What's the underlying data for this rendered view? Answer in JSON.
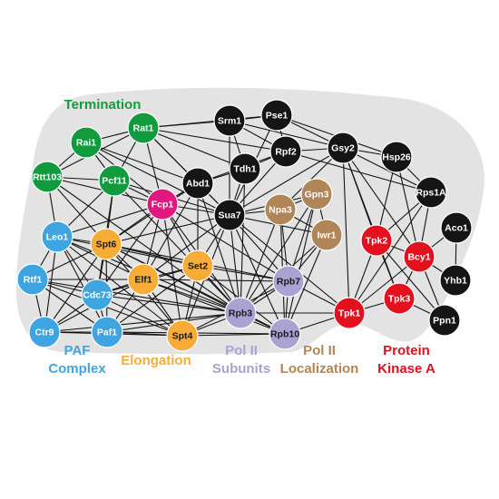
{
  "colors": {
    "background_blob": "#e3e3e3",
    "edge": "#141414",
    "node_outline": "#ffffff",
    "termination": "#129a3e",
    "paf": "#3ea5e0",
    "elongation": "#f6ac36",
    "polII_subunits": "#a9a2d2",
    "polII_localization": "#b08558",
    "pka": "#e3101e",
    "fcp1": "#e0187f",
    "other": "#151515"
  },
  "groups": [
    {
      "id": "termination",
      "lines": [
        "Termination"
      ]
    },
    {
      "id": "paf",
      "lines": [
        "PAF",
        "Complex"
      ]
    },
    {
      "id": "elongation",
      "lines": [
        "Elongation"
      ]
    },
    {
      "id": "polII_subunits",
      "lines": [
        "Pol II",
        "Subunits"
      ]
    },
    {
      "id": "polII_localization",
      "lines": [
        "Pol II",
        "Localization"
      ]
    },
    {
      "id": "pka",
      "lines": [
        "Protein",
        "Kinase A"
      ]
    }
  ],
  "nodes": [
    {
      "id": "Rai1",
      "group": "termination"
    },
    {
      "id": "Rat1",
      "group": "termination"
    },
    {
      "id": "Rtt103",
      "group": "termination"
    },
    {
      "id": "Pcf11",
      "group": "termination"
    },
    {
      "id": "Leo1",
      "group": "paf"
    },
    {
      "id": "Rtf1",
      "group": "paf"
    },
    {
      "id": "Cdc73",
      "group": "paf"
    },
    {
      "id": "Ctr9",
      "group": "paf"
    },
    {
      "id": "Paf1",
      "group": "paf"
    },
    {
      "id": "Spt6",
      "group": "elongation"
    },
    {
      "id": "Elf1",
      "group": "elongation"
    },
    {
      "id": "Set2",
      "group": "elongation"
    },
    {
      "id": "Spt4",
      "group": "elongation"
    },
    {
      "id": "Rpb3",
      "group": "polII_subunits"
    },
    {
      "id": "Rpb7",
      "group": "polII_subunits"
    },
    {
      "id": "Rpb10",
      "group": "polII_subunits"
    },
    {
      "id": "Npa3",
      "group": "polII_localization"
    },
    {
      "id": "Gpn3",
      "group": "polII_localization"
    },
    {
      "id": "Iwr1",
      "group": "polII_localization"
    },
    {
      "id": "Tpk2",
      "group": "pka"
    },
    {
      "id": "Bcy1",
      "group": "pka"
    },
    {
      "id": "Tpk3",
      "group": "pka"
    },
    {
      "id": "Tpk1",
      "group": "pka"
    },
    {
      "id": "Fcp1",
      "group": "fcp1"
    },
    {
      "id": "Srm1",
      "group": "other"
    },
    {
      "id": "Pse1",
      "group": "other"
    },
    {
      "id": "Rpf2",
      "group": "other"
    },
    {
      "id": "Gsy2",
      "group": "other"
    },
    {
      "id": "Hsp26",
      "group": "other"
    },
    {
      "id": "Tdh1",
      "group": "other"
    },
    {
      "id": "Abd1",
      "group": "other"
    },
    {
      "id": "Sua7",
      "group": "other"
    },
    {
      "id": "Rps1A",
      "group": "other"
    },
    {
      "id": "Aco1",
      "group": "other"
    },
    {
      "id": "Yhb1",
      "group": "other"
    },
    {
      "id": "Ppn1",
      "group": "other"
    }
  ],
  "edges": [
    [
      "Rai1",
      "Rat1"
    ],
    [
      "Rai1",
      "Rtt103"
    ],
    [
      "Rai1",
      "Pcf11"
    ],
    [
      "Rat1",
      "Pcf11"
    ],
    [
      "Rat1",
      "Rtt103"
    ],
    [
      "Rtt103",
      "Pcf11"
    ],
    [
      "Rat1",
      "Srm1"
    ],
    [
      "Rat1",
      "Pse1"
    ],
    [
      "Rat1",
      "Rpf2"
    ],
    [
      "Rat1",
      "Abd1"
    ],
    [
      "Rat1",
      "Tdh1"
    ],
    [
      "Rat1",
      "Sua7"
    ],
    [
      "Rat1",
      "Fcp1"
    ],
    [
      "Rai1",
      "Abd1"
    ],
    [
      "Rai1",
      "Sua7"
    ],
    [
      "Rai1",
      "Fcp1"
    ],
    [
      "Pcf11",
      "Fcp1"
    ],
    [
      "Pcf11",
      "Sua7"
    ],
    [
      "Pcf11",
      "Spt6"
    ],
    [
      "Pcf11",
      "Rpb3"
    ],
    [
      "Pcf11",
      "Leo1"
    ],
    [
      "Pcf11",
      "Cdc73"
    ],
    [
      "Rtt103",
      "Fcp1"
    ],
    [
      "Rtt103",
      "Leo1"
    ],
    [
      "Rtt103",
      "Rpb3"
    ],
    [
      "Rtt103",
      "Spt6"
    ],
    [
      "Srm1",
      "Pse1"
    ],
    [
      "Srm1",
      "Rpf2"
    ],
    [
      "Srm1",
      "Sua7"
    ],
    [
      "Srm1",
      "Gsy2"
    ],
    [
      "Srm1",
      "Tdh1"
    ],
    [
      "Pse1",
      "Rpf2"
    ],
    [
      "Pse1",
      "Gsy2"
    ],
    [
      "Pse1",
      "Sua7"
    ],
    [
      "Pse1",
      "Hsp26"
    ],
    [
      "Rpf2",
      "Gsy2"
    ],
    [
      "Rpf2",
      "Sua7"
    ],
    [
      "Rpf2",
      "Tdh1"
    ],
    [
      "Rpf2",
      "Rps1A"
    ],
    [
      "Rpf2",
      "Abd1"
    ],
    [
      "Gsy2",
      "Hsp26"
    ],
    [
      "Gsy2",
      "Rps1A"
    ],
    [
      "Gsy2",
      "Tpk2"
    ],
    [
      "Gsy2",
      "Tpk1"
    ],
    [
      "Gsy2",
      "Bcy1"
    ],
    [
      "Gsy2",
      "Sua7"
    ],
    [
      "Gsy2",
      "Npa3"
    ],
    [
      "Gsy2",
      "Tpk3"
    ],
    [
      "Hsp26",
      "Rps1A"
    ],
    [
      "Hsp26",
      "Bcy1"
    ],
    [
      "Hsp26",
      "Tpk2"
    ],
    [
      "Rps1A",
      "Bcy1"
    ],
    [
      "Rps1A",
      "Tpk2"
    ],
    [
      "Rps1A",
      "Tpk1"
    ],
    [
      "Tdh1",
      "Sua7"
    ],
    [
      "Tdh1",
      "Abd1"
    ],
    [
      "Tdh1",
      "Rpb3"
    ],
    [
      "Abd1",
      "Fcp1"
    ],
    [
      "Abd1",
      "Sua7"
    ],
    [
      "Abd1",
      "Spt6"
    ],
    [
      "Abd1",
      "Set2"
    ],
    [
      "Abd1",
      "Rpb3"
    ],
    [
      "Abd1",
      "Elf1"
    ],
    [
      "Fcp1",
      "Sua7"
    ],
    [
      "Fcp1",
      "Spt6"
    ],
    [
      "Fcp1",
      "Elf1"
    ],
    [
      "Fcp1",
      "Set2"
    ],
    [
      "Fcp1",
      "Rpb3"
    ],
    [
      "Fcp1",
      "Rpb7"
    ],
    [
      "Fcp1",
      "Spt4"
    ],
    [
      "Fcp1",
      "Cdc73"
    ],
    [
      "Fcp1",
      "Leo1"
    ],
    [
      "Sua7",
      "Npa3"
    ],
    [
      "Sua7",
      "Gpn3"
    ],
    [
      "Sua7",
      "Rpb3"
    ],
    [
      "Sua7",
      "Rpb7"
    ],
    [
      "Sua7",
      "Rpb10"
    ],
    [
      "Sua7",
      "Set2"
    ],
    [
      "Sua7",
      "Spt6"
    ],
    [
      "Sua7",
      "Elf1"
    ],
    [
      "Sua7",
      "Spt4"
    ],
    [
      "Sua7",
      "Tpk1"
    ],
    [
      "Sua7",
      "Iwr1"
    ],
    [
      "Npa3",
      "Gpn3"
    ],
    [
      "Npa3",
      "Iwr1"
    ],
    [
      "Npa3",
      "Rpb7"
    ],
    [
      "Npa3",
      "Rpb3"
    ],
    [
      "Npa3",
      "Rpb10"
    ],
    [
      "Gpn3",
      "Iwr1"
    ],
    [
      "Gpn3",
      "Rpb7"
    ],
    [
      "Gpn3",
      "Rpb3"
    ],
    [
      "Gpn3",
      "Rpb10"
    ],
    [
      "Iwr1",
      "Rpb7"
    ],
    [
      "Iwr1",
      "Rpb3"
    ],
    [
      "Iwr1",
      "Rpb10"
    ],
    [
      "Rpb3",
      "Rpb7"
    ],
    [
      "Rpb3",
      "Rpb10"
    ],
    [
      "Rpb7",
      "Rpb10"
    ],
    [
      "Rpb3",
      "Tpk1"
    ],
    [
      "Rpb10",
      "Tpk1"
    ],
    [
      "Rpb7",
      "Tpk1"
    ],
    [
      "Tpk2",
      "Bcy1"
    ],
    [
      "Tpk2",
      "Tpk3"
    ],
    [
      "Tpk2",
      "Tpk1"
    ],
    [
      "Tpk2",
      "Ppn1"
    ],
    [
      "Bcy1",
      "Tpk3"
    ],
    [
      "Bcy1",
      "Tpk1"
    ],
    [
      "Bcy1",
      "Ppn1"
    ],
    [
      "Bcy1",
      "Yhb1"
    ],
    [
      "Tpk3",
      "Tpk1"
    ],
    [
      "Tpk3",
      "Ppn1"
    ],
    [
      "Aco1",
      "Yhb1"
    ],
    [
      "Aco1",
      "Bcy1"
    ],
    [
      "Leo1",
      "Rtf1"
    ],
    [
      "Leo1",
      "Cdc73"
    ],
    [
      "Leo1",
      "Ctr9"
    ],
    [
      "Leo1",
      "Paf1"
    ],
    [
      "Leo1",
      "Spt6"
    ],
    [
      "Leo1",
      "Elf1"
    ],
    [
      "Leo1",
      "Rpb3"
    ],
    [
      "Leo1",
      "Spt4"
    ],
    [
      "Leo1",
      "Set2"
    ],
    [
      "Rtf1",
      "Cdc73"
    ],
    [
      "Rtf1",
      "Ctr9"
    ],
    [
      "Rtf1",
      "Paf1"
    ],
    [
      "Rtf1",
      "Spt6"
    ],
    [
      "Rtf1",
      "Elf1"
    ],
    [
      "Rtf1",
      "Rpb3"
    ],
    [
      "Rtf1",
      "Spt4"
    ],
    [
      "Cdc73",
      "Ctr9"
    ],
    [
      "Cdc73",
      "Paf1"
    ],
    [
      "Cdc73",
      "Spt6"
    ],
    [
      "Cdc73",
      "Elf1"
    ],
    [
      "Cdc73",
      "Set2"
    ],
    [
      "Cdc73",
      "Spt4"
    ],
    [
      "Cdc73",
      "Rpb3"
    ],
    [
      "Ctr9",
      "Paf1"
    ],
    [
      "Ctr9",
      "Spt6"
    ],
    [
      "Ctr9",
      "Elf1"
    ],
    [
      "Ctr9",
      "Spt4"
    ],
    [
      "Ctr9",
      "Rpb3"
    ],
    [
      "Paf1",
      "Spt6"
    ],
    [
      "Paf1",
      "Elf1"
    ],
    [
      "Paf1",
      "Set2"
    ],
    [
      "Paf1",
      "Spt4"
    ],
    [
      "Paf1",
      "Rpb3"
    ],
    [
      "Paf1",
      "Rpb10"
    ],
    [
      "Spt6",
      "Elf1"
    ],
    [
      "Spt6",
      "Set2"
    ],
    [
      "Spt6",
      "Spt4"
    ],
    [
      "Spt6",
      "Rpb3"
    ],
    [
      "Spt6",
      "Rpb7"
    ],
    [
      "Spt6",
      "Rpb10"
    ],
    [
      "Elf1",
      "Set2"
    ],
    [
      "Elf1",
      "Spt4"
    ],
    [
      "Elf1",
      "Rpb3"
    ],
    [
      "Elf1",
      "Rpb10"
    ],
    [
      "Elf1",
      "Rpb7"
    ],
    [
      "Set2",
      "Spt4"
    ],
    [
      "Set2",
      "Rpb3"
    ],
    [
      "Set2",
      "Rpb7"
    ],
    [
      "Set2",
      "Rpb10"
    ],
    [
      "Spt4",
      "Rpb3"
    ],
    [
      "Spt4",
      "Rpb10"
    ],
    [
      "Spt4",
      "Rpb7"
    ]
  ]
}
